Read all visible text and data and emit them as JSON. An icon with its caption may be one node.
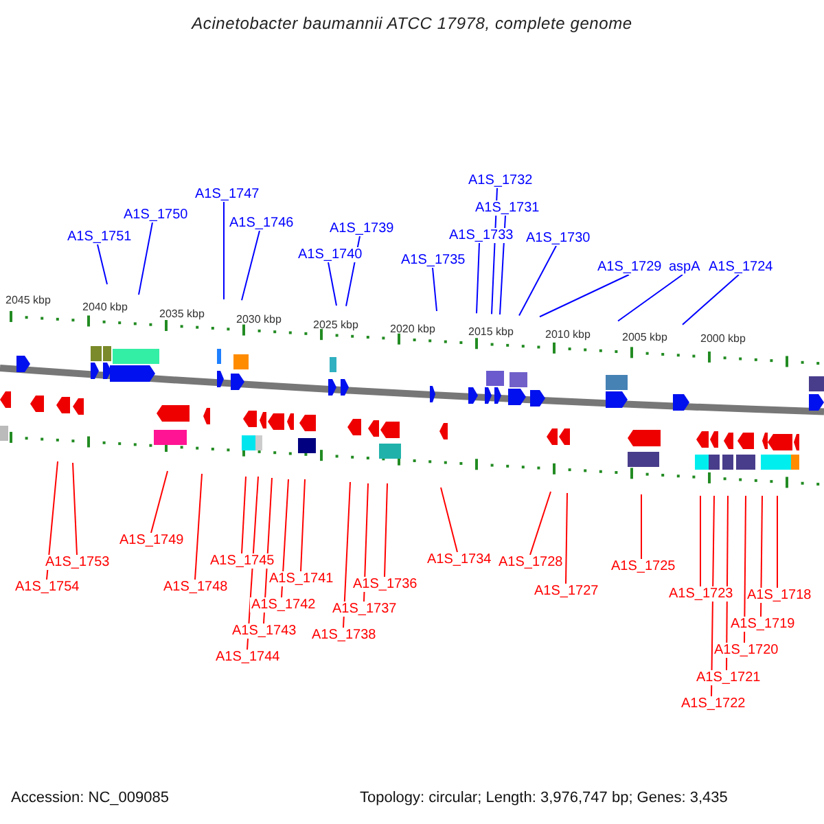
{
  "diagram": {
    "title": "Acinetobacter baumannii ATCC 17978, complete genome",
    "nodes": [
      {
        "text": [
          "A1S_1751"
        ]
      },
      {
        "text": [
          "A1S_1750"
        ]
      },
      {
        "text": [
          "A1S_1747"
        ]
      },
      {
        "text": [
          "A1S_1746"
        ]
      },
      {
        "text": [
          "A1S_1740"
        ]
      },
      {
        "text": [
          "A1S_1739"
        ]
      },
      {
        "text": [
          "A1S_1735"
        ]
      },
      {
        "text": [
          "A1S_1733"
        ]
      },
      {
        "text": [
          "A1S_1732"
        ]
      },
      {
        "text": [
          "A1S_1731"
        ]
      },
      {
        "text": [
          "A1S_1730"
        ]
      },
      {
        "text": [
          "A1S_1729"
        ]
      },
      {
        "text": [
          "aspA"
        ]
      },
      {
        "text": [
          "A1S_1724"
        ]
      },
      {
        "text": [
          "A1S_1754"
        ]
      },
      {
        "text": [
          "A1S_1753"
        ]
      },
      {
        "text": [
          "A1S_1749"
        ]
      },
      {
        "text": [
          "A1S_1748"
        ]
      },
      {
        "text": [
          "A1S_1745"
        ]
      },
      {
        "text": [
          "A1S_1744"
        ]
      },
      {
        "text": [
          "A1S_1743"
        ]
      },
      {
        "text": [
          "A1S_1742"
        ]
      },
      {
        "text": [
          "A1S_1741"
        ]
      },
      {
        "text": [
          "A1S_1738"
        ]
      },
      {
        "text": [
          "A1S_1737"
        ]
      },
      {
        "text": [
          "A1S_1736"
        ]
      },
      {
        "text": [
          "A1S_1734"
        ]
      },
      {
        "text": [
          "A1S_1728"
        ]
      },
      {
        "text": [
          "A1S_1727"
        ]
      },
      {
        "text": [
          "A1S_1725"
        ]
      },
      {
        "text": [
          "A1S_1723"
        ]
      },
      {
        "text": [
          "A1S_1722"
        ]
      },
      {
        "text": [
          "A1S_1721"
        ]
      },
      {
        "text": [
          "A1S_1720"
        ]
      },
      {
        "text": [
          "A1S_1719"
        ]
      },
      {
        "text": [
          "A1S_1718"
        ]
      }
    ],
    "edges": [
      {
        "from": 0,
        "to": null,
        "arrow": "none",
        "color": "#0000ff"
      },
      {
        "from": 1,
        "to": null,
        "arrow": "none",
        "color": "#0000ff"
      },
      {
        "from": 2,
        "to": null,
        "arrow": "none",
        "color": "#0000ff"
      },
      {
        "from": 3,
        "to": null,
        "arrow": "none",
        "color": "#0000ff"
      },
      {
        "from": 4,
        "to": null,
        "arrow": "none",
        "color": "#0000ff"
      },
      {
        "from": 5,
        "to": null,
        "arrow": "none",
        "color": "#0000ff"
      },
      {
        "from": 6,
        "to": null,
        "arrow": "none",
        "color": "#0000ff"
      },
      {
        "from": 7,
        "to": null,
        "arrow": "none",
        "color": "#0000ff"
      },
      {
        "from": 8,
        "to": null,
        "arrow": "none",
        "color": "#0000ff"
      },
      {
        "from": 9,
        "to": null,
        "arrow": "none",
        "color": "#0000ff"
      },
      {
        "from": 10,
        "to": null,
        "arrow": "none",
        "color": "#0000ff"
      },
      {
        "from": 11,
        "to": null,
        "arrow": "none",
        "color": "#0000ff"
      },
      {
        "from": 12,
        "to": null,
        "arrow": "none",
        "color": "#0000ff"
      },
      {
        "from": 13,
        "to": null,
        "arrow": "none",
        "color": "#0000ff"
      },
      {
        "from": 14,
        "to": null,
        "arrow": "none"
      },
      {
        "from": 15,
        "to": null,
        "arrow": "none"
      },
      {
        "from": 16,
        "to": null,
        "arrow": "none"
      },
      {
        "from": 17,
        "to": null,
        "arrow": "none"
      },
      {
        "from": 18,
        "to": null,
        "arrow": "none"
      },
      {
        "from": 19,
        "to": null,
        "arrow": "none"
      },
      {
        "from": 20,
        "to": null,
        "arrow": "none"
      },
      {
        "from": 21,
        "to": null,
        "arrow": "none"
      },
      {
        "from": 22,
        "to": null,
        "arrow": "none"
      },
      {
        "from": 23,
        "to": null,
        "arrow": "none"
      },
      {
        "from": 24,
        "to": null,
        "arrow": "none"
      },
      {
        "from": 25,
        "to": null,
        "arrow": "none"
      },
      {
        "from": 26,
        "to": null,
        "arrow": "none"
      },
      {
        "from": 27,
        "to": null,
        "arrow": "none"
      },
      {
        "from": 28,
        "to": null,
        "arrow": "none"
      },
      {
        "from": 29,
        "to": null,
        "arrow": "none"
      },
      {
        "from": 30,
        "to": null,
        "arrow": "none"
      },
      {
        "from": 31,
        "to": null,
        "arrow": "none"
      },
      {
        "from": 32,
        "to": null,
        "arrow": "none"
      },
      {
        "from": 33,
        "to": null,
        "arrow": "none"
      },
      {
        "from": 34,
        "to": null,
        "arrow": "none"
      },
      {
        "from": 35,
        "to": null,
        "arrow": "none"
      }
    ],
    "labels": [
      "2045 kbp",
      "2040 kbp",
      "2035 kbp",
      "2030 kbp",
      "2025 kbp",
      "2020 kbp",
      "2015 kbp",
      "2010 kbp",
      "2005 kbp",
      "2000 kbp",
      "Accession: NC_009085",
      "Topology: circular; Length: 3,976,747 bp; Genes: 3,435"
    ]
  }
}
